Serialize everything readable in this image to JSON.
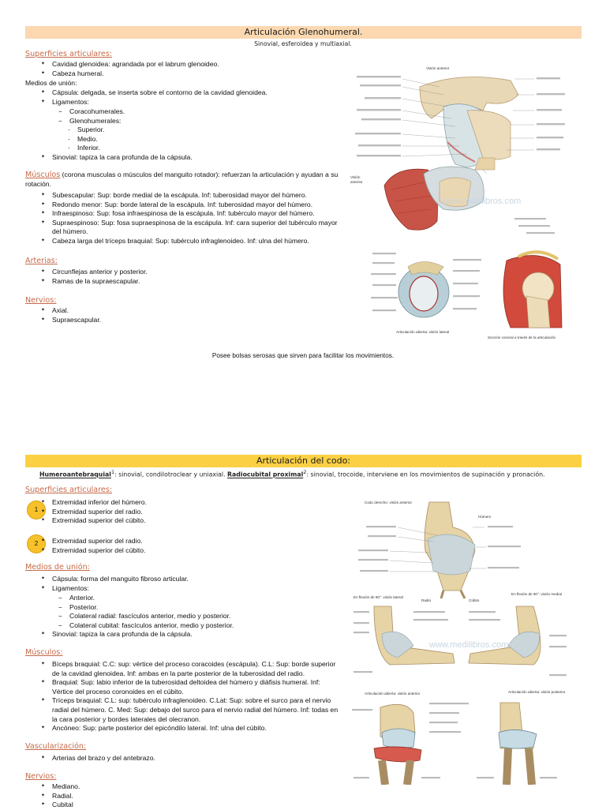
{
  "page1": {
    "title": "Articulación Glenohumeral.",
    "subtitle": "Sinovial, esferoidea y multiaxial.",
    "superficies": {
      "heading": "Superficies articulares:",
      "items": [
        "Cavidad glenoidea: agrandada por el labrum glenoideo.",
        "Cabeza humeral."
      ]
    },
    "medios": {
      "heading": "Medios de unión:",
      "items": [
        "Cápsula: delgada, se inserta sobre el contorno de la cavidad glenoidea.",
        "Ligamentos:"
      ],
      "dash": [
        "Coracohumerales.",
        "Glenohumerales:"
      ],
      "dots": [
        "Superior.",
        "Medio.",
        "Inferior."
      ],
      "last": "Sinovial: tapiza la cara profunda de la cápsula."
    },
    "musculos": {
      "heading": "Músculos",
      "intro": " (corona musculas o músculos del manguito rotador): refuerzan la articulación y ayudan a su rotación.",
      "items": [
        "Subescapular: Sup: borde medial de la escápula. Inf: tuberosidad mayor del húmero.",
        "Redondo menor: Sup: borde lateral de la escápula. Inf: tuberosidad mayor del húmero.",
        "Infraespinoso: Sup: fosa infraespinosa de la escápula. Inf: tubérculo mayor del húmero.",
        "Supraespinoso: Sup: fosa supraespinosa de la escápula. Inf: cara superior del tubérculo mayor del húmero.",
        "Cabeza larga del tríceps braquial: Sup: tubérculo infraglenoideo. Inf: ulna del húmero."
      ]
    },
    "arterias": {
      "heading": "Arterias:",
      "items": [
        "Circunflejas anterior y posterior.",
        "Ramas de la supraescapular."
      ]
    },
    "nervios": {
      "heading": "Nervios:",
      "items": [
        "Axial.",
        "Supraescapular."
      ]
    },
    "note": "Posee bolsas serosas que sirven para facilitar los movimientos.",
    "figure": {
      "title_top": "Visión anterior",
      "label_vision": "Visión",
      "label_anterior": "anterior",
      "caption_left": "Articulación abierta: visión lateral",
      "caption_right": "Sección coronal a través de la articulación",
      "watermark": "www.medilibros.com"
    }
  },
  "page2": {
    "title": "Articulación del codo:",
    "subtitle": {
      "name1": "Humeroantebraquial",
      "sup1": "1",
      "text1": ": sinovial, condilotroclear y uniaxial. ",
      "name2": "Radiocubital proximal",
      "sup2": "2",
      "text2": ": sinovial, trocoide, interviene en los movimientos de supinación y pronación."
    },
    "superficies": {
      "heading": "Superficies articulares:",
      "circle1": "1",
      "group1": [
        "Extremidad inferior del húmero.",
        "Extremidad superior del radio.",
        "Extremidad superior del cúbito."
      ],
      "circle2": "2",
      "group2": [
        "Extremidad superior del radio.",
        "Extremidad superior del cúbito."
      ]
    },
    "medios": {
      "heading": "Medios de unión:",
      "items": [
        "Cápsula: forma del manguito fibroso articular.",
        "Ligamentos:"
      ],
      "dash": [
        "Anterior.",
        "Posterior.",
        "Colateral radial: fascículos anterior, medio y posterior.",
        "Colateral cubital: fascículos anterior, medio y posterior."
      ],
      "last": "Sinovial: tapiza la cara profunda de la cápsula."
    },
    "musculos": {
      "heading": "Músculos:",
      "items": [
        "Bíceps braquial: C.C: sup: vértice del proceso coracoides (escápula). C.L: Sup: borde superior de la cavidad glenoidea. Inf: ambas en la parte posterior de la tuberosidad del radio.",
        "Braquial: Sup: labio inferior de la tuberosidad deltoidea del húmero y diáfisis humeral. Inf: Vértice del proceso coronoides en el cúbito.",
        "Tríceps braquial: C.L: sup: tubérculo infraglenoideo. C.Lat: Sup: sobre el surco para el nervio radial del húmero. C. Med: Sup: debajo del surco para el nervio radial del húmero. Inf: todas en la cara posterior y bordes laterales del olecranon.",
        "Ancóneo: Sup: parte posterior del epicóndilo lateral. Inf: ulna del cúbito."
      ]
    },
    "vascularizacion": {
      "heading": "Vascularización:",
      "items": [
        "Arterias del brazo y del antebrazo."
      ]
    },
    "nervios": {
      "heading": "Nervios:",
      "items": [
        "Mediano.",
        "Radial.",
        "Cubital"
      ]
    },
    "figure": {
      "title_top": "Codo derecho: visión anterior",
      "label_humero": "Húmero",
      "label_radio": "Radio",
      "label_cubito": "Cúbito",
      "flexion_lateral": "En flexión de 90°: visión lateral",
      "flexion_medial": "En flexión de 90°: visión medial",
      "abierta_anterior": "Articulación abierta: visión anterior",
      "abierta_posterior": "Articulación abierta: visión posterior",
      "watermark": "www.medilibros.com"
    }
  }
}
